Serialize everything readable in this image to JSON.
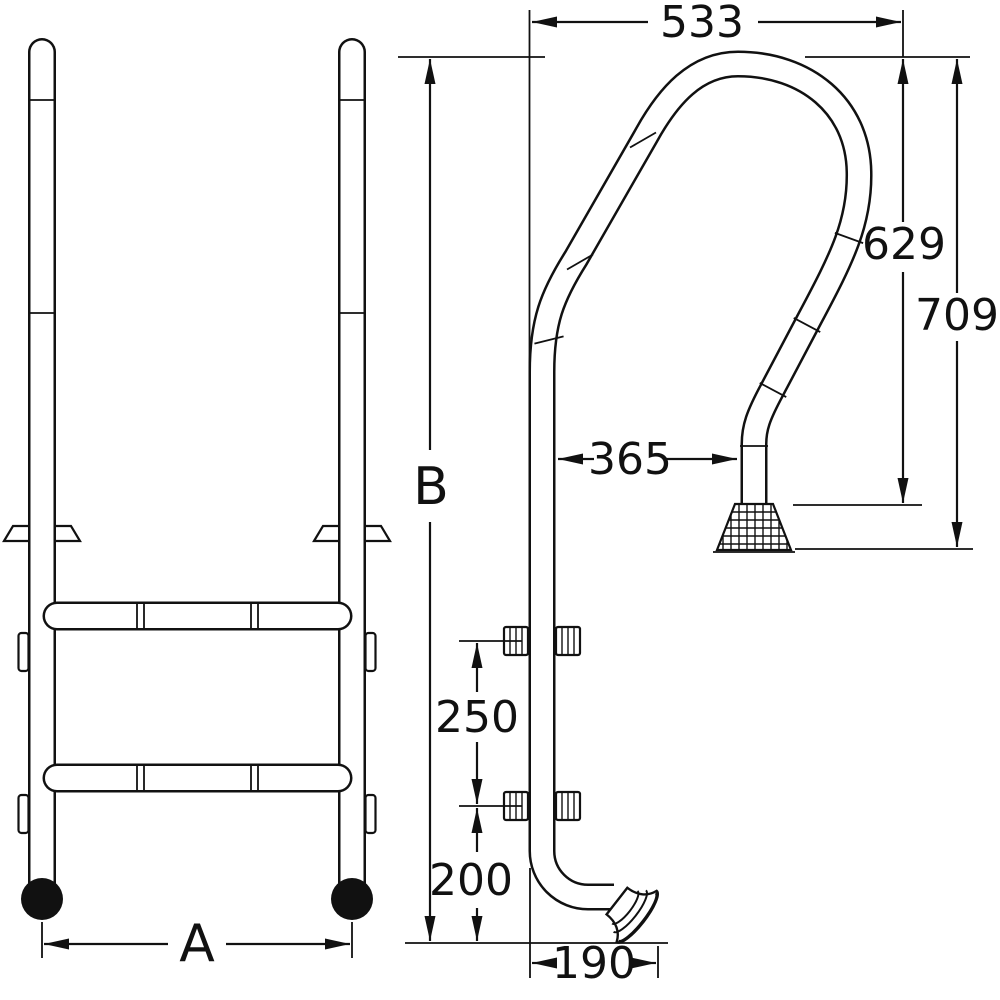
{
  "drawing": {
    "title": "Swimming pool ladder dimensional drawing",
    "views": {
      "front": "front elevation of ladder",
      "side": "side elevation of handrail"
    },
    "dimensions": {
      "top_width": "533",
      "handrail_height": "629",
      "overall_drop": "709",
      "rail_offset": "365",
      "overall_height": "B",
      "ladder_width": "A",
      "anchor_spacing": "250",
      "lower_anchor_height": "200",
      "base_offset": "190"
    },
    "colors": {
      "line": "#111111",
      "background": "#ffffff",
      "foot_fill": "#111111"
    }
  }
}
